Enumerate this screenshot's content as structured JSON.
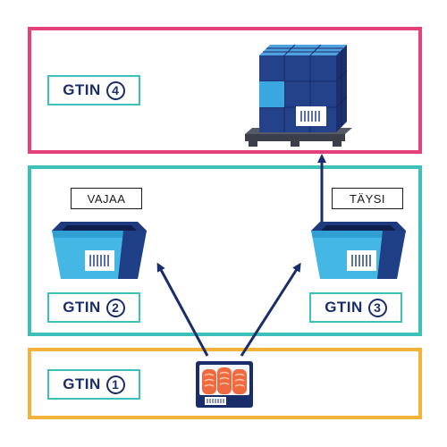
{
  "colors": {
    "pink": "#e4417c",
    "teal": "#3cc0b9",
    "orange": "#f3b23a",
    "navy": "#1a2d6b",
    "light_blue": "#44b8e3",
    "dark_blue": "#23428a"
  },
  "levels": [
    {
      "gtin_label": "GTIN",
      "gtin_number": "4",
      "item": "pallet-icon"
    },
    {
      "gtin_label": "GTIN",
      "gtin_number": "2",
      "item": "crate-icon"
    },
    {
      "gtin_label": "GTIN",
      "gtin_number": "3",
      "item": "crate-icon"
    },
    {
      "gtin_label": "GTIN",
      "gtin_number": "1",
      "item": "salmon-package-icon"
    }
  ],
  "tags": {
    "partial": "VAJAA",
    "full": "TÄYSI"
  }
}
